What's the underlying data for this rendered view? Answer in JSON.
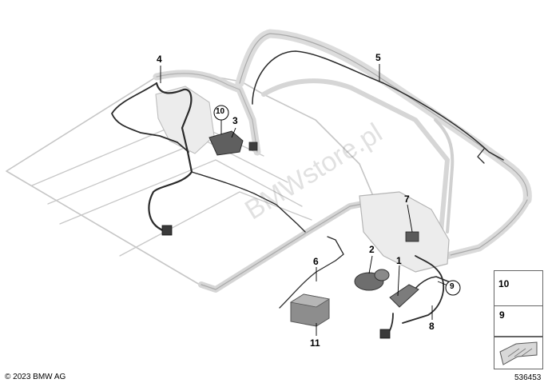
{
  "callouts": {
    "c1": "1",
    "c2": "2",
    "c3": "3",
    "c4": "4",
    "c5": "5",
    "c6": "6",
    "c7": "7",
    "c8": "8",
    "c9": "9",
    "c10": "10",
    "c11": "11"
  },
  "legend": {
    "item10": "10",
    "item9": "9"
  },
  "watermark": "BMWstore.pl",
  "copyright": "© 2023 BMW AG",
  "diagram_number": "536453",
  "colors": {
    "frame_fill": "#f1f1f1",
    "frame_edge": "#b7b7b7",
    "cable": "#2a2a2a",
    "component": "#555555",
    "leader": "#000000"
  }
}
